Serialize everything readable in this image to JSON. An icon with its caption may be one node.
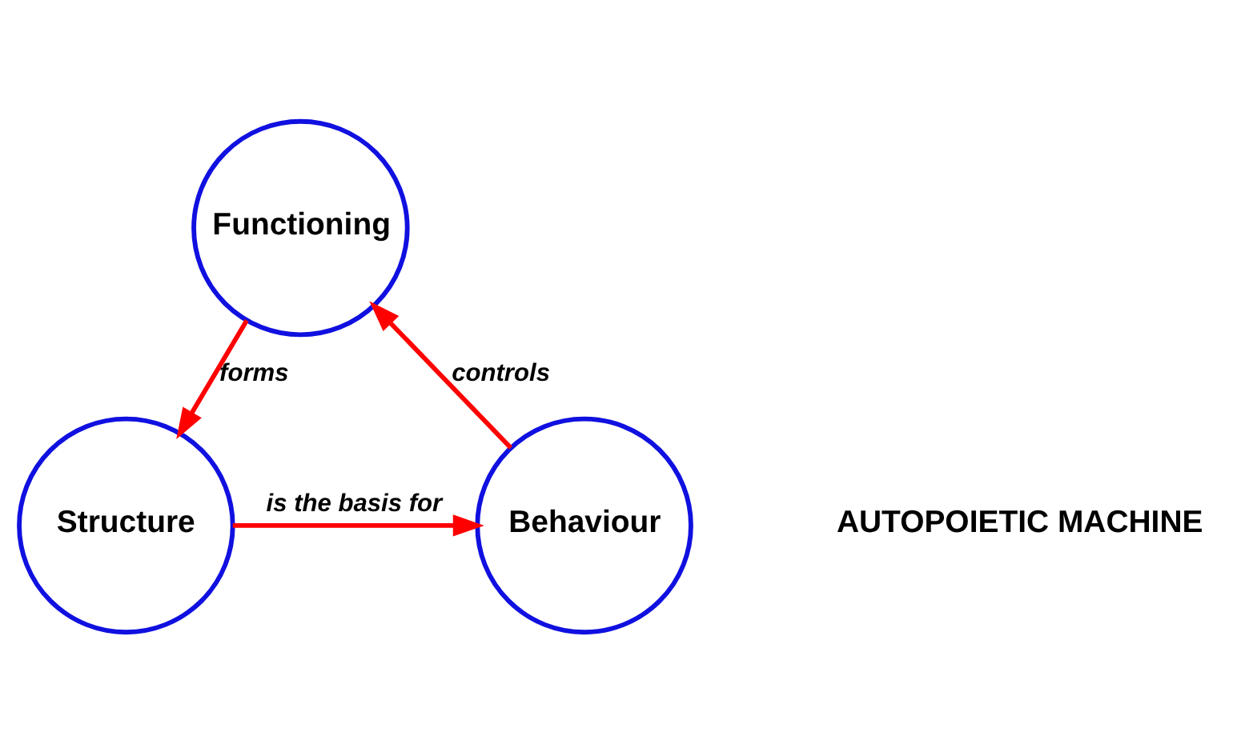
{
  "diagram": {
    "nodes": [
      {
        "text": [
          "Functioning"
        ]
      },
      {
        "text": [
          "Structure"
        ]
      },
      {
        "text": [
          "Behaviour"
        ]
      }
    ],
    "edges": [
      {
        "from": 0,
        "to": 1,
        "arrow": "to",
        "label": "forms"
      },
      {
        "from": 1,
        "to": 2,
        "arrow": "to",
        "label": "is the basis for"
      },
      {
        "from": 2,
        "to": 0,
        "arrow": "to",
        "label": "controls"
      }
    ],
    "labels": [
      "AUTOPOIETIC MACHINE"
    ]
  }
}
